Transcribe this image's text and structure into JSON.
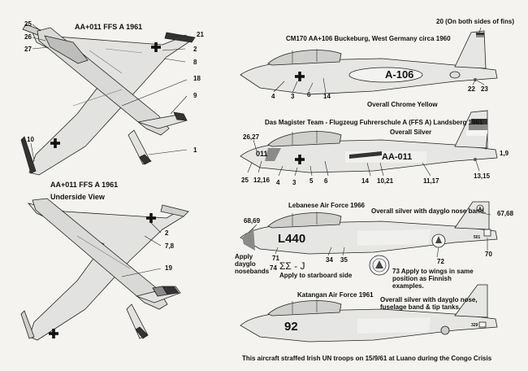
{
  "top_view": {
    "title": "AA+011 FFS A 1961",
    "callouts": [
      "25",
      "26",
      "27",
      "21",
      "2",
      "8",
      "18",
      "9",
      "10",
      "1"
    ]
  },
  "underside_view": {
    "title": "AA+011 FFS A 1961",
    "subtitle": "Underside View",
    "callouts": [
      "2",
      "7,8",
      "19"
    ]
  },
  "profile_1": {
    "title": "CM170 AA+106 Buckeburg, West Germany circa 1960",
    "fin_note": "20 (On both sides of fins)",
    "finish": "Overall Chrome Yellow",
    "code": "A-106",
    "callouts": [
      "4",
      "3",
      "6",
      "14",
      "22",
      "23"
    ]
  },
  "profile_2": {
    "title": "Das Magister Team - Flugzeug Fuhrerschule A (FFS A) Landsberg 1961",
    "finish": "Overall Silver",
    "nose_code": "011",
    "code": "AA-011",
    "callouts": [
      "26,27",
      "1,9",
      "25",
      "12,16",
      "4",
      "3",
      "5",
      "6",
      "14",
      "10,21",
      "11,17",
      "13,15"
    ]
  },
  "profile_3": {
    "title": "Lebanese Air Force 1966",
    "finish": "Overall silver with dayglo nose band.",
    "code": "L440",
    "fin_serial": "501",
    "callouts": [
      "68,69",
      "67,68",
      "71",
      "74",
      "34",
      "35",
      "72",
      "70"
    ],
    "nose_note": "Apply dayglo nosebands",
    "starboard_note": "Apply to starboard side",
    "starboard_marking": "ΣΣ - J",
    "wing_note": "73 Apply to wings in same position as Finnish examples."
  },
  "profile_4": {
    "title": "Katangan Air Force 1961",
    "finish": "Overall silver with dayglo nose, fuselage band & tip tanks.",
    "code": "92",
    "fin_serial": "329"
  },
  "footer": "This aircraft straffed Irish UN troops on 15/9/61 at Luano during the Congo Crisis",
  "colors": {
    "background": "#f4f3ef",
    "ink": "#111111",
    "aircraft_fill": "#e2e2e0",
    "dark_band": "#333333",
    "mid_band": "#8a8a8a"
  }
}
